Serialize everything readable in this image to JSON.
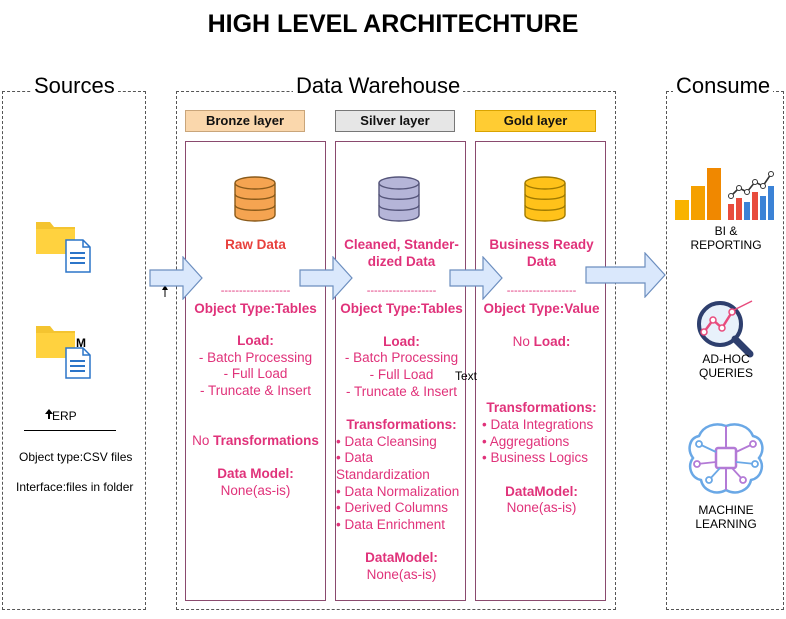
{
  "title": "HIGH LEVEL ARCHITECHTURE",
  "sections": {
    "sources": "Sources",
    "warehouse": "Data Warehouse",
    "consume": "Consume"
  },
  "sources": {
    "erp_label": "ERP",
    "object_type": "Object type:CSV files",
    "interface": "Interface:files in folder",
    "folder_icons": [
      "folder-document-icon",
      "folder-document-icon"
    ]
  },
  "layers": [
    {
      "header": "Bronze layer",
      "header_color": "#fad7ac",
      "icon": "database-icon",
      "icon_color": "#f5a451",
      "title_lines": [
        "Raw Data"
      ],
      "separator": "-------------------",
      "object_type": "Object Type:Tables",
      "load_heading": "Load:",
      "load_items": [
        "- Batch Processing",
        "- Full Load",
        "- Truncate & Insert"
      ],
      "transform_prefix": "No ",
      "transform_heading": "Transformations",
      "transform_items": [],
      "model_heading": "Data Model:",
      "model_value": "None(as-is)"
    },
    {
      "header": "Silver layer",
      "header_color": "#e6e6e6",
      "icon": "database-icon",
      "icon_color": "#b5b5d8",
      "title_lines": [
        "Cleaned, Stander-",
        "dized Data"
      ],
      "separator": "-------------------",
      "object_type": "Object Type:Tables",
      "load_heading": "Load:",
      "load_items": [
        "- Batch Processing",
        "- Full Load",
        "- Truncate & Insert"
      ],
      "transform_heading": "Transformations:",
      "transform_items": [
        "• Data Cleansing",
        "• Data",
        "Standardization",
        "• Data Normalization",
        "• Derived Columns",
        "• Data Enrichment"
      ],
      "model_heading": "DataModel:",
      "model_value": "None(as-is)"
    },
    {
      "header": "Gold layer",
      "header_color": "#ffcc33",
      "icon": "database-icon",
      "icon_color": "#ffc21a",
      "title_lines": [
        "Business Ready",
        "Data"
      ],
      "separator": "-------------------",
      "object_type": "Object Type:Value",
      "load_prefix": "No ",
      "load_heading": "Load:",
      "load_items": [],
      "transform_heading": "Transformations:",
      "transform_items": [
        "• Data Integrations",
        "• Aggregations",
        "• Business Logics"
      ],
      "model_heading": "DataModel:",
      "model_value": "None(as-is)"
    }
  ],
  "stray_text": "Text",
  "consume": [
    {
      "icon": "bar-chart-icon",
      "lines": [
        "BI &",
        "REPORTING"
      ]
    },
    {
      "icon": "magnifier-chart-icon",
      "lines": [
        "AD-HOC",
        "QUERIES"
      ]
    },
    {
      "icon": "brain-circuit-icon",
      "lines": [
        "MACHINE",
        "LEARNING"
      ]
    }
  ],
  "colors": {
    "pink": "#e0327a",
    "red": "#e8403c",
    "arrow_fill": "#dae8fc",
    "arrow_stroke": "#6c8ebf"
  }
}
